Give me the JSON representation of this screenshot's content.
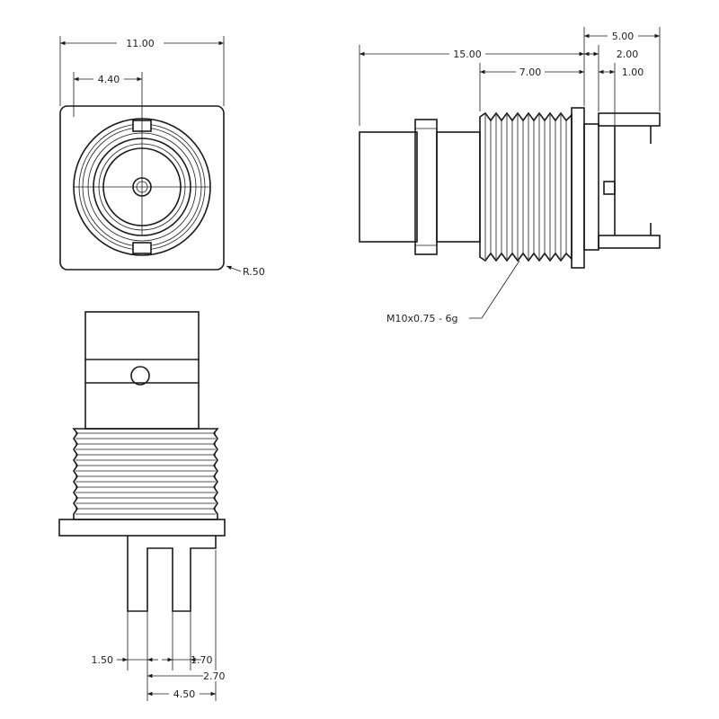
{
  "front_view": {
    "width_dim": "11.00",
    "center_offset_dim": "4.40",
    "corner_radius_dim": "R.50"
  },
  "side_view": {
    "overall_length_dim": "15.00",
    "thread_length_dim": "7.00",
    "flange_to_pin_dim": "5.00",
    "pin_span_dim": "2.00",
    "flange_thickness_dim": "1.00",
    "thread_callout": "M10x0.75 - 6g"
  },
  "bottom_view": {
    "pin_width_dim": "1.50",
    "pin_gap_dim": "1.70",
    "pin_pitch_dim": "2.70",
    "pin_span_dim": "4.50"
  }
}
